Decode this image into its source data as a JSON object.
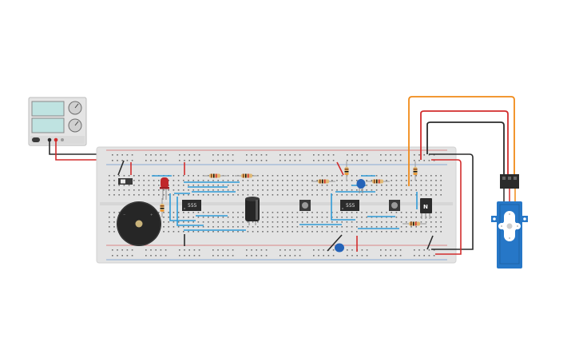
{
  "canvas": {
    "background": "#ffffff"
  },
  "colors": {
    "breadboard": "#e3e3e3",
    "hole": "#707070",
    "rail_red": "#d22d2d",
    "rail_blue": "#2f74c8",
    "jumper_blue": "#2f9bd8",
    "wire_red": "#d22d2d",
    "wire_black": "#2b2b2b",
    "wire_orange": "#f08a18",
    "chip": "#2b2b2b",
    "servo_blue": "#2677c7"
  },
  "power_supply": {
    "icon": "power-supply-icon"
  },
  "timer_ics": [
    {
      "label": "555"
    },
    {
      "label": "555"
    }
  ],
  "mosfet": {
    "label": "N"
  },
  "servo": {
    "icon": "servo-motor-icon"
  },
  "buzzer": {
    "icon": "piezo-buzzer-icon"
  },
  "led": {
    "icon": "led-red-icon"
  }
}
